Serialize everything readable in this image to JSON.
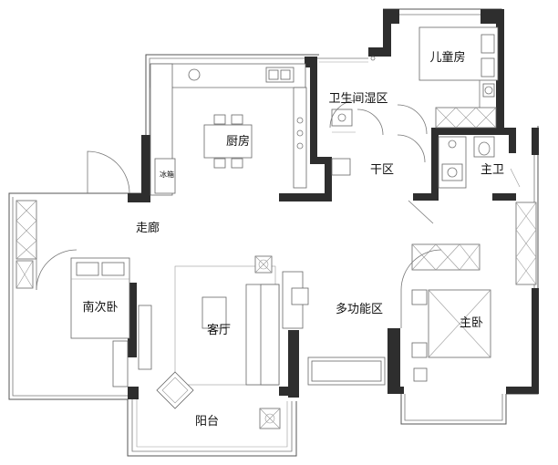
{
  "rooms": {
    "kids_room": "儿童房",
    "wet_zone": "卫生间湿区",
    "kitchen": "厨房",
    "fridge": "冰箱",
    "dry_zone": "干区",
    "master_bath": "主卫",
    "corridor": "走廊",
    "second_bedroom": "南次卧",
    "living_room": "客厅",
    "multi_function": "多功能区",
    "master_bedroom": "主卧",
    "balcony": "阳台"
  }
}
